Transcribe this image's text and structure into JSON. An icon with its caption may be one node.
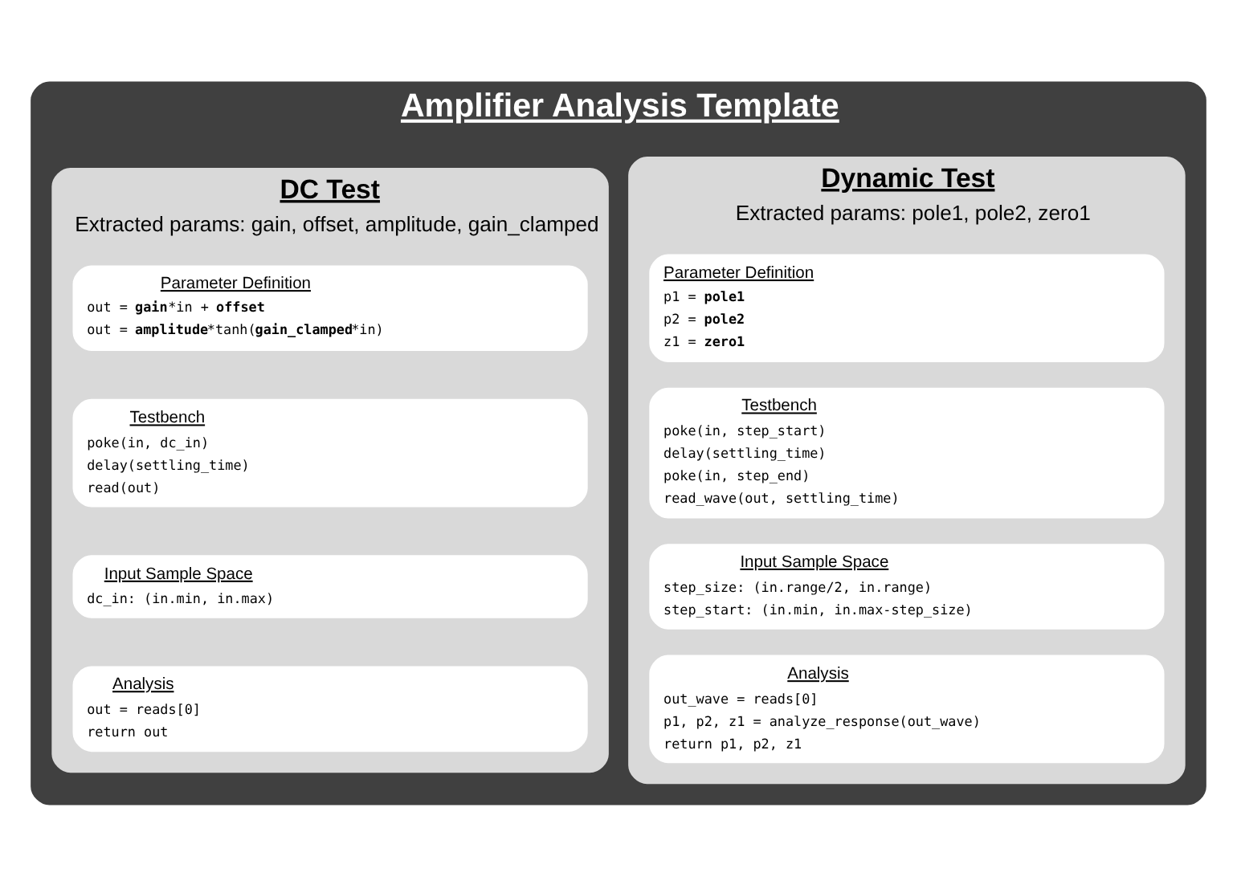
{
  "diagram": {
    "title": "Amplifier Analysis Template",
    "nodes": [
      {
        "text": [],
        "shape": "box"
      },
      {
        "text": [
          "DC Test",
          "Extracted params: gain, offset, amplitude, gain_clamped"
        ],
        "in": 0
      },
      {
        "text": [
          "Dynamic Test",
          "Extracted params: pole1, pole2, zero1"
        ],
        "in": 0
      },
      {
        "text": [
          "Parameter Definition",
          "out = **gain***in + **offset**",
          "out = **amplitude***tanh(**gain_clamped***in)"
        ],
        "in": 1
      },
      {
        "text": [
          "Testbench",
          "poke(in, dc_in)",
          "delay(settling_time)",
          "read(out)"
        ],
        "in": 1
      },
      {
        "text": [
          "Input Sample Space",
          "dc_in: (in.min, in.max)"
        ],
        "in": 1
      },
      {
        "text": [
          "Analysis",
          "out = reads[0]",
          "return out"
        ],
        "in": 1
      },
      {
        "text": [
          "Parameter Definition",
          "p1 = **pole1**",
          "p2 = **pole2**",
          "z1 = **zero1**"
        ],
        "in": 2
      },
      {
        "text": [
          "Testbench",
          "poke(in, step_start)",
          "delay(settling_time)",
          "poke(in, step_end)",
          "read_wave(out, settling_time)"
        ],
        "in": 2
      },
      {
        "text": [
          "Input Sample Space",
          "step_size: (in.range/2, in.range)",
          "step_start: (in.min, in.max-step_size)"
        ],
        "in": 2
      },
      {
        "text": [
          "Analysis",
          "out_wave = reads[0]",
          "p1, p2, z1 = analyze_response(out_wave)",
          "return p1, p2, z1"
        ],
        "in": 2
      }
    ]
  }
}
